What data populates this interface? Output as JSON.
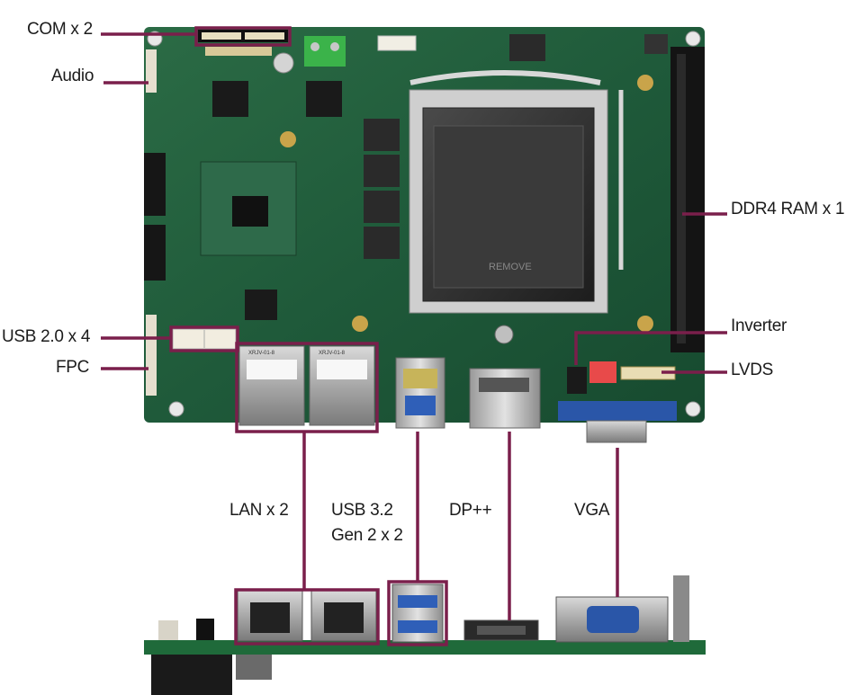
{
  "labels": {
    "com": "COM x 2",
    "audio": "Audio",
    "ddr4": "DDR4 RAM x 1",
    "usb20": "USB 2.0 x 4",
    "fpc": "FPC",
    "inverter": "Inverter",
    "lvds": "LVDS",
    "lan": "LAN x 2",
    "usb32_line1": "USB 3.2",
    "usb32_line2": "Gen 2 x 2",
    "dp": "DP++",
    "vga": "VGA"
  },
  "chip_text": {
    "socket_remove": "REMOVE",
    "rj45_top": "XRJV-01-8",
    "rj45_bottom": "XRJV-01-8"
  },
  "colors": {
    "callout": "#7a1f4b",
    "board": "#1f5a3a",
    "usb3_blue": "#2f5fb8",
    "vga_blue": "#2a56a8"
  }
}
